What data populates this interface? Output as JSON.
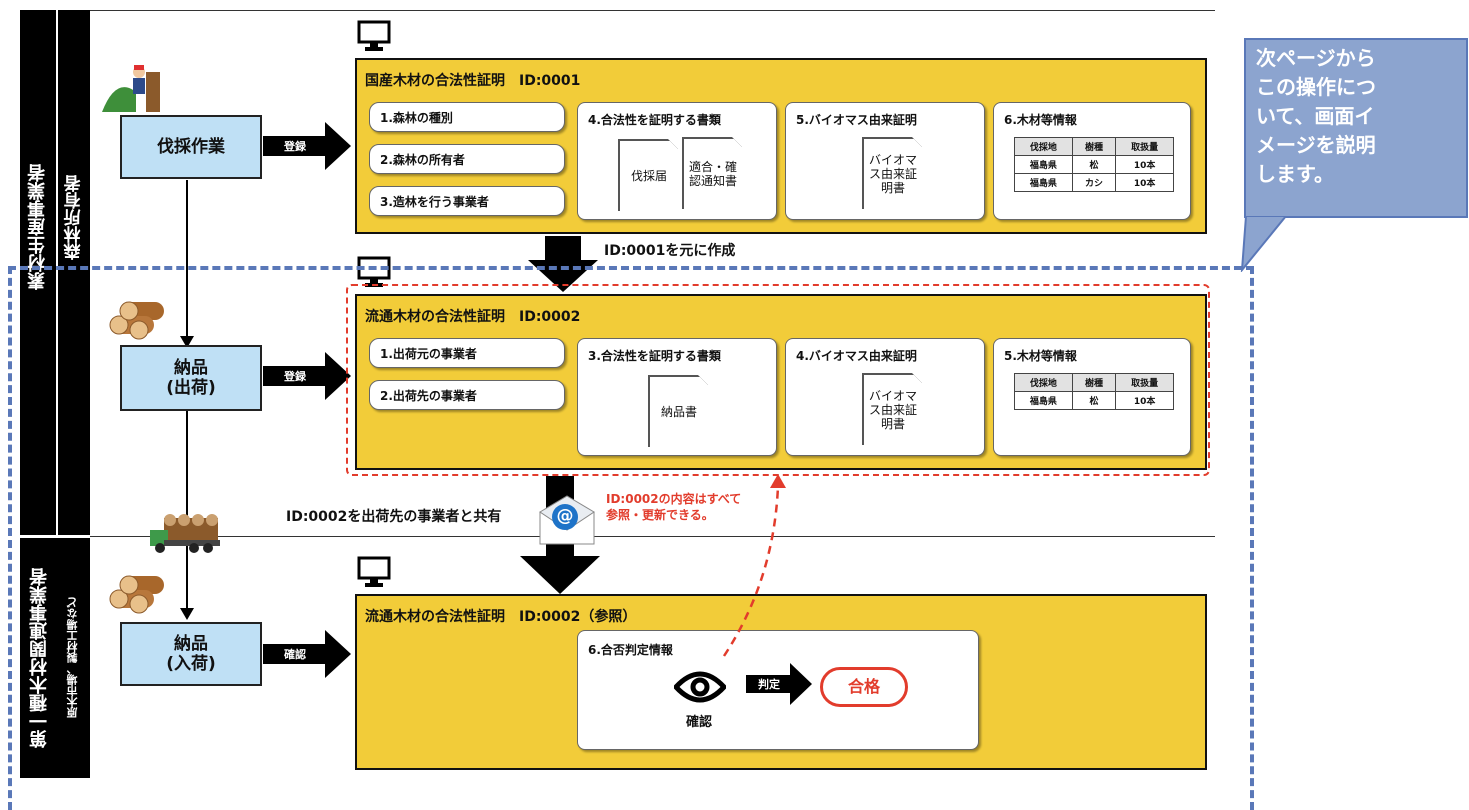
{
  "lanes": {
    "outer_label": "素材生産事業者",
    "inner_label": "森林所有者",
    "second_label": "第一種木材関連事業者",
    "second_sub": "原木市場、製材工場など"
  },
  "processes": {
    "p1": "伐採作業",
    "p2_line1": "納品",
    "p2_line2": "(出荷)",
    "p3_line1": "納品",
    "p3_line2": "(入荷)"
  },
  "arrows": {
    "register1": "登録",
    "register2": "登録",
    "confirm": "確認"
  },
  "cert1": {
    "title": "国産木材の合法性証明　ID:0001",
    "pills": [
      "1.森林の種別",
      "2.森林の所有者",
      "3.造林を行う事業者"
    ],
    "legal_title": "4.合法性を証明する書類",
    "doc_a": "伐採届",
    "doc_b": "適合・確認通知書",
    "bio_title": "5.バイオマス由来証明",
    "bio_doc": "バイオマス由来証明書",
    "wood_title": "6.木材等情報",
    "table_header": [
      "伐採地",
      "樹種",
      "取扱量"
    ],
    "table_rows": [
      [
        "福島県",
        "松",
        "10本"
      ],
      [
        "福島県",
        "カシ",
        "10本"
      ]
    ]
  },
  "arrow_note1": "ID:0001を元に作成",
  "cert2": {
    "title": "流通木材の合法性証明　ID:0002",
    "pills": [
      "1.出荷元の事業者",
      "2.出荷先の事業者"
    ],
    "legal_title": "3.合法性を証明する書類",
    "doc_a": "納品書",
    "bio_title": "4.バイオマス由来証明",
    "bio_doc": "バイオマス由来証明書",
    "wood_title": "5.木材等情報",
    "table_header": [
      "伐採地",
      "樹種",
      "取扱量"
    ],
    "table_rows": [
      [
        "福島県",
        "松",
        "10本"
      ]
    ]
  },
  "share_note": "ID:0002を出荷先の事業者と共有",
  "red_note_line1": "ID:0002の内容はすべて",
  "red_note_line2": "参照・更新できる。",
  "mail_symbol": "@",
  "cert3": {
    "title": "流通木材の合法性証明　ID:0002（参照）",
    "judge_title": "6.合否判定情報",
    "eye_label": "確認",
    "judge_arrow": "判定",
    "result": "合格"
  },
  "callout": {
    "lines": [
      "次ページから",
      "この操作につ",
      "いて、画面イ",
      "メージを説明",
      "します。"
    ]
  },
  "icons": {
    "monitor": "monitor-icon",
    "lumberjack": "lumberjack-icon",
    "logs": "logs-icon",
    "truck": "truck-icon",
    "mail": "mail-icon",
    "eye": "eye-icon"
  },
  "colors": {
    "cert_fill": "#f2cc39",
    "process_fill": "#bfe0f5",
    "dashed_blue": "#5a78b8",
    "dashed_red": "#e23c2c",
    "callout_fill": "#8ca4cf"
  }
}
